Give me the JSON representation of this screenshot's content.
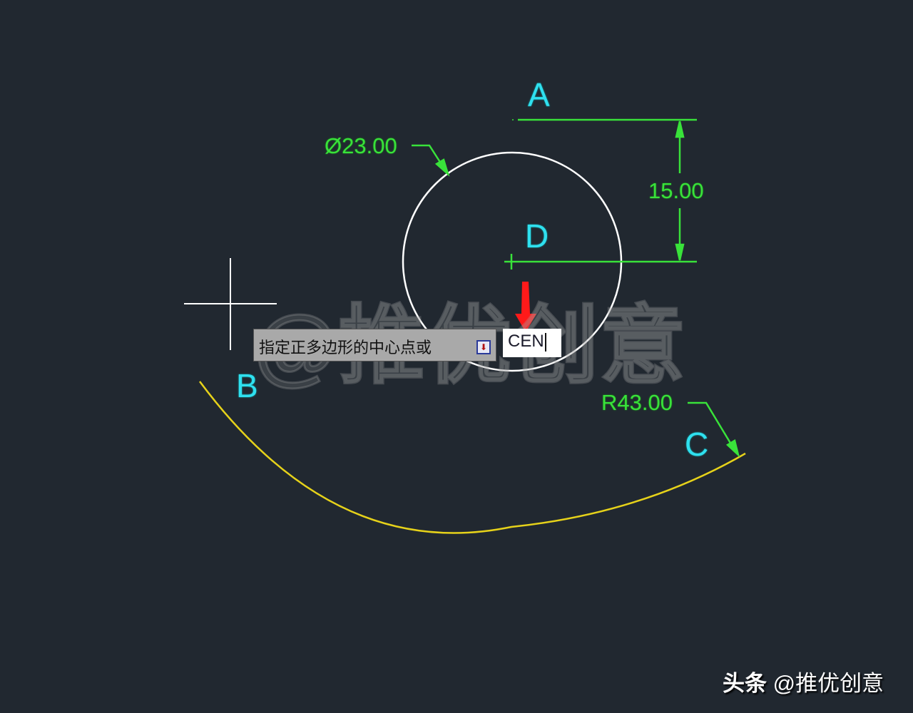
{
  "colors": {
    "background": "#212830",
    "point_labels": "#2fe0ef",
    "dimensions": "#39e23a",
    "circle": "#ffffff",
    "arc": "#e6d21a",
    "crosshair": "#ffffff",
    "pointer_arrow": "#ff1a1a"
  },
  "points": {
    "A": "A",
    "B": "B",
    "C": "C",
    "D": "D"
  },
  "dimensions": {
    "diameter": "Ø23.00",
    "vertical": "15.00",
    "radius": "R43.00"
  },
  "command_prompt": {
    "text": "指定正多边形的中心点或",
    "button_icon": "download-arrow-icon",
    "input_value": "CEN"
  },
  "watermark": "@推优创意",
  "credit": {
    "platform": "头条",
    "author": "@推优创意"
  }
}
